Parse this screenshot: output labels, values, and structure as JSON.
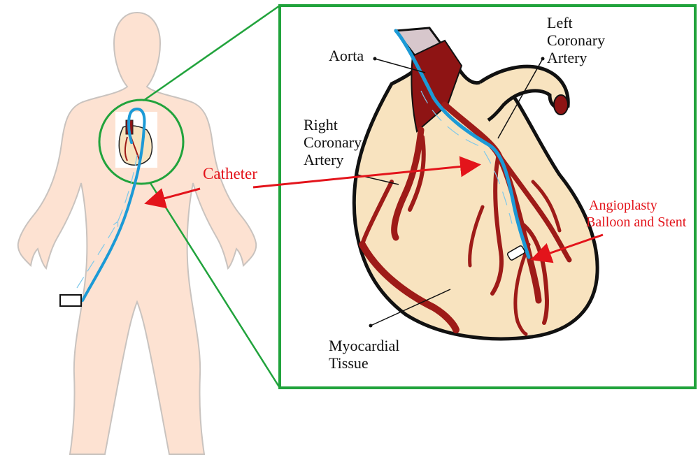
{
  "labels": {
    "aorta": "Aorta",
    "left_coronary_artery": [
      "Left",
      "Coronary",
      "Artery"
    ],
    "right_coronary_artery": [
      "Right",
      "Coronary",
      "Artery"
    ],
    "catheter": "Catheter",
    "balloon_stent": [
      "Angioplasty",
      "Balloon and Stent"
    ],
    "myocardial_tissue": [
      "Myocardial",
      "Tissue"
    ]
  },
  "colors": {
    "skin": "#fde2d2",
    "skin_outline": "#c9c3bf",
    "heart_fill": "#f8e3bf",
    "artery": "#9e1b18",
    "aorta": "#8e1414",
    "catheter": "#1c9ad6",
    "zoom_green": "#21a33c",
    "label_red": "#e3141b",
    "arrow_red": "#e3141b"
  },
  "icons": {
    "insertion_sheath": "rectangle-icon",
    "stent": "stent-icon"
  }
}
